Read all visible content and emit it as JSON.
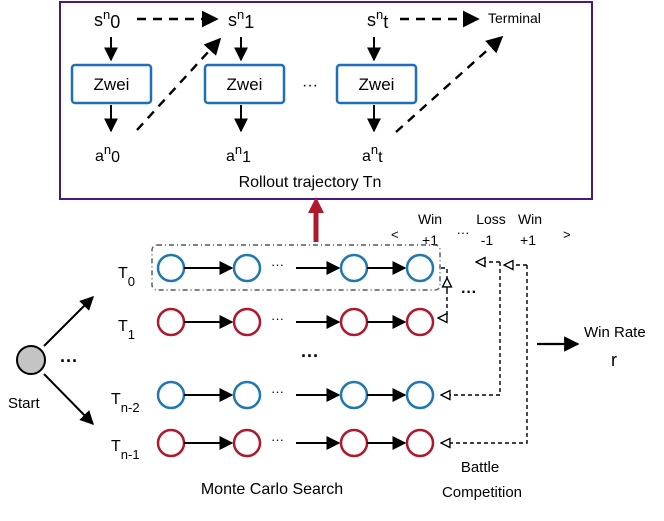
{
  "rollout_box": {
    "states": [
      {
        "base": "s",
        "sup": "n",
        "sub": "0"
      },
      {
        "base": "s",
        "sup": "n",
        "sub": "1"
      },
      {
        "base": "s",
        "sup": "n",
        "sub": "t"
      }
    ],
    "agent_label": "Zwei",
    "actions": [
      {
        "base": "a",
        "sup": "n",
        "sub": "0"
      },
      {
        "base": "a",
        "sup": "n",
        "sub": "1"
      },
      {
        "base": "a",
        "sup": "n",
        "sub": "t"
      }
    ],
    "ellipsis": "···",
    "terminal_label": "Terminal",
    "caption": "Rollout trajectory Tn",
    "border_color": "#4b1a78",
    "zwei_box_color": "#1f6fb8"
  },
  "outcomes": {
    "open": "<",
    "close": ">",
    "items": [
      {
        "result": "Win",
        "score": "+1"
      },
      {
        "result": "Loss",
        "score": "-1"
      },
      {
        "result": "Win",
        "score": "+1"
      }
    ],
    "ellipsis": "···"
  },
  "search": {
    "start_label": "Start",
    "start_dots": "···",
    "trajectories": [
      {
        "base": "T",
        "sub": "0",
        "color": "#1f77b4"
      },
      {
        "base": "T",
        "sub": "1",
        "color": "#b0192d"
      },
      {
        "base": "T",
        "sub": "n-2",
        "color": "#1f77b4"
      },
      {
        "base": "T",
        "sub": "n-1",
        "color": "#b0192d"
      }
    ],
    "mid_dots": "···",
    "middle_vdots": "···",
    "compete_vdots": "···",
    "caption": "Monte Carlo Search",
    "highlight_color": "#b0192d"
  },
  "battle": {
    "line1": "Battle",
    "line2": "Competition"
  },
  "win_rate": {
    "line1": "Win Rate",
    "line2": "r"
  }
}
